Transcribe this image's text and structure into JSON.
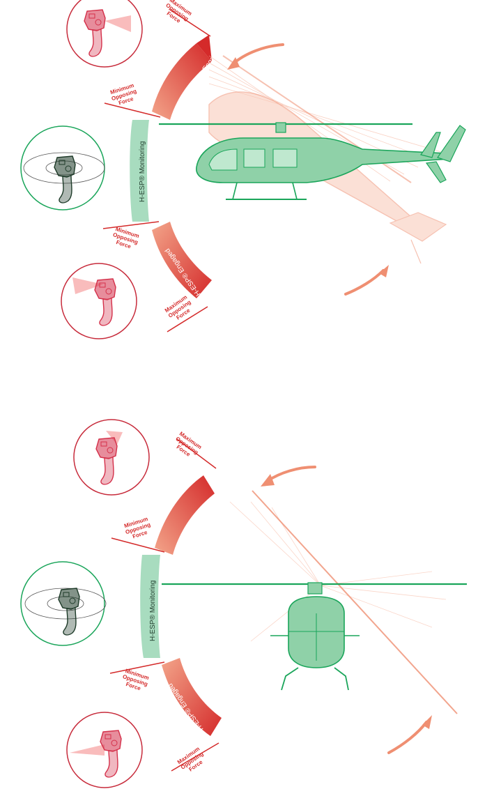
{
  "colors": {
    "engaged_red": "#d42a2a",
    "engaged_salmon": "#ef8f72",
    "monitor_green": "#a8dcbf",
    "heli_green": "#1aa55a",
    "heli_fill": "#8fd1a8",
    "ghost_salmon": "#f6a98f"
  },
  "labels": {
    "engaged": "H-ESP® Engaged",
    "monitoring": "H-ESP® Monitoring",
    "min_line1": "Minimum",
    "min_line2": "Opposing",
    "min_line3": "Force",
    "max_line1": "Maximum",
    "max_line2": "Opposing",
    "max_line3": "Force"
  },
  "icons": {
    "pitch_up_stick": "cyclic-stick-icon",
    "neutral_stick": "cyclic-stick-icon",
    "pitch_down_stick": "cyclic-stick-icon",
    "roll_stick": "cyclic-stick-icon",
    "helicopter_side": "helicopter-side-icon",
    "helicopter_front": "helicopter-front-icon",
    "rotation_arrow": "curved-arrow-icon"
  }
}
